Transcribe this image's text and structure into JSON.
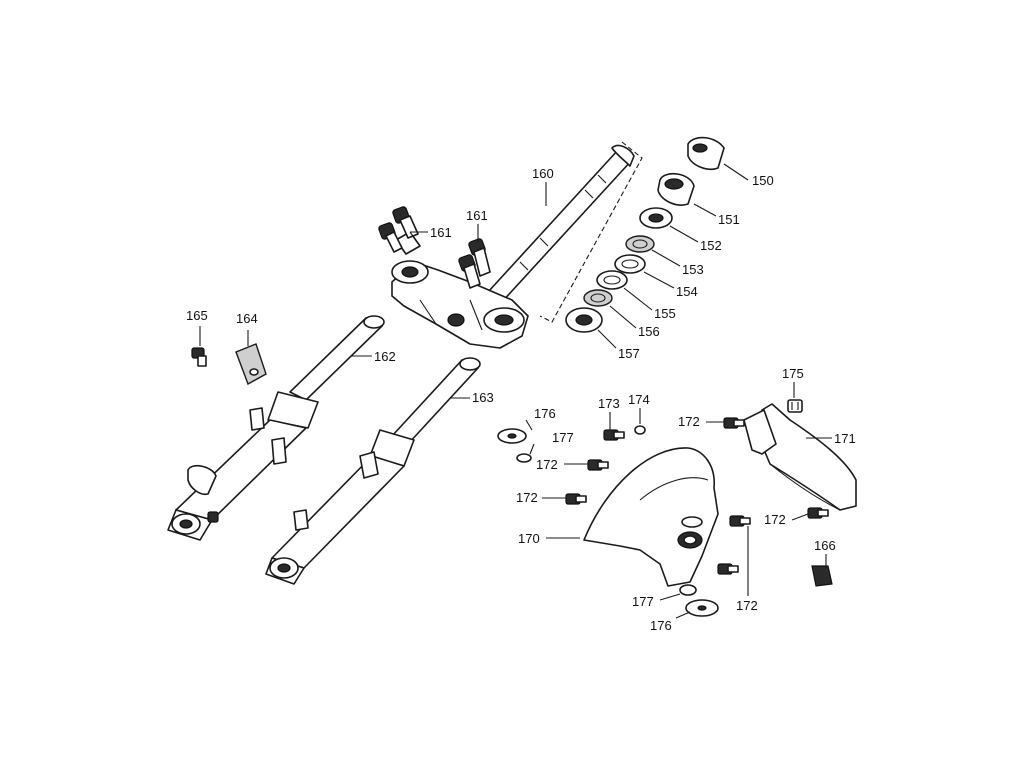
{
  "callouts": {
    "c150": "150",
    "c151": "151",
    "c152": "152",
    "c153": "153",
    "c154": "154",
    "c155": "155",
    "c156": "156",
    "c157": "157",
    "c160": "160",
    "c161a": "161",
    "c161b": "161",
    "c162": "162",
    "c163": "163",
    "c164": "164",
    "c165": "165",
    "c166": "166",
    "c170": "170",
    "c171": "171",
    "c172a": "172",
    "c172b": "172",
    "c172c": "172",
    "c172d": "172",
    "c172e": "172",
    "c173": "173",
    "c174": "174",
    "c175": "175",
    "c176a": "176",
    "c176b": "176",
    "c177a": "177",
    "c177b": "177"
  }
}
